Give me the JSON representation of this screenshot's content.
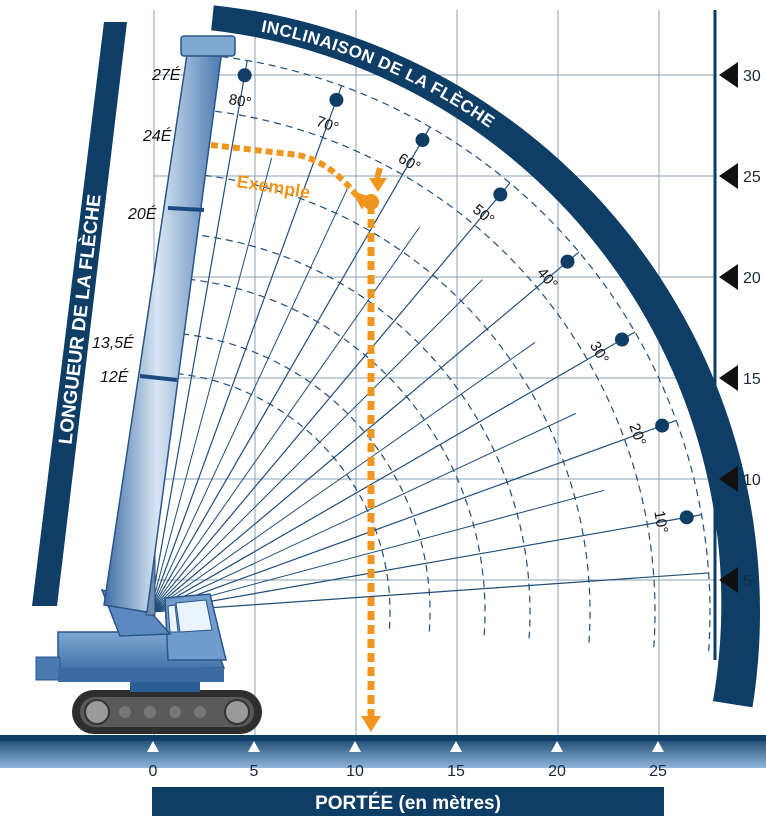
{
  "titles": {
    "inclination": "INCLINAISON DE LA FLÈCHE",
    "length": "LONGUEUR DE LA FLÈCHE",
    "reach": "PORTÉE (en mètres)",
    "example": "Exemple"
  },
  "height_scale": {
    "ticks": [
      "30",
      "25",
      "20",
      "15",
      "10",
      "5"
    ],
    "values": [
      30,
      25,
      20,
      15,
      10,
      5
    ]
  },
  "reach_scale": {
    "ticks": [
      "0",
      "5",
      "10",
      "15",
      "20",
      "25"
    ],
    "values": [
      0,
      5,
      10,
      15,
      20,
      25
    ]
  },
  "boom_lengths": [
    "27É",
    "24É",
    "20É",
    "13,5É",
    "12É"
  ],
  "angles": [
    "80°",
    "70°",
    "60°",
    "50°",
    "40°",
    "30°",
    "20°",
    "10°"
  ],
  "colors": {
    "navy": "#0e3d66",
    "crane_blue": "#5b89c0",
    "example_orange": "#f0961e",
    "grid_line": "#1f4e7a"
  }
}
